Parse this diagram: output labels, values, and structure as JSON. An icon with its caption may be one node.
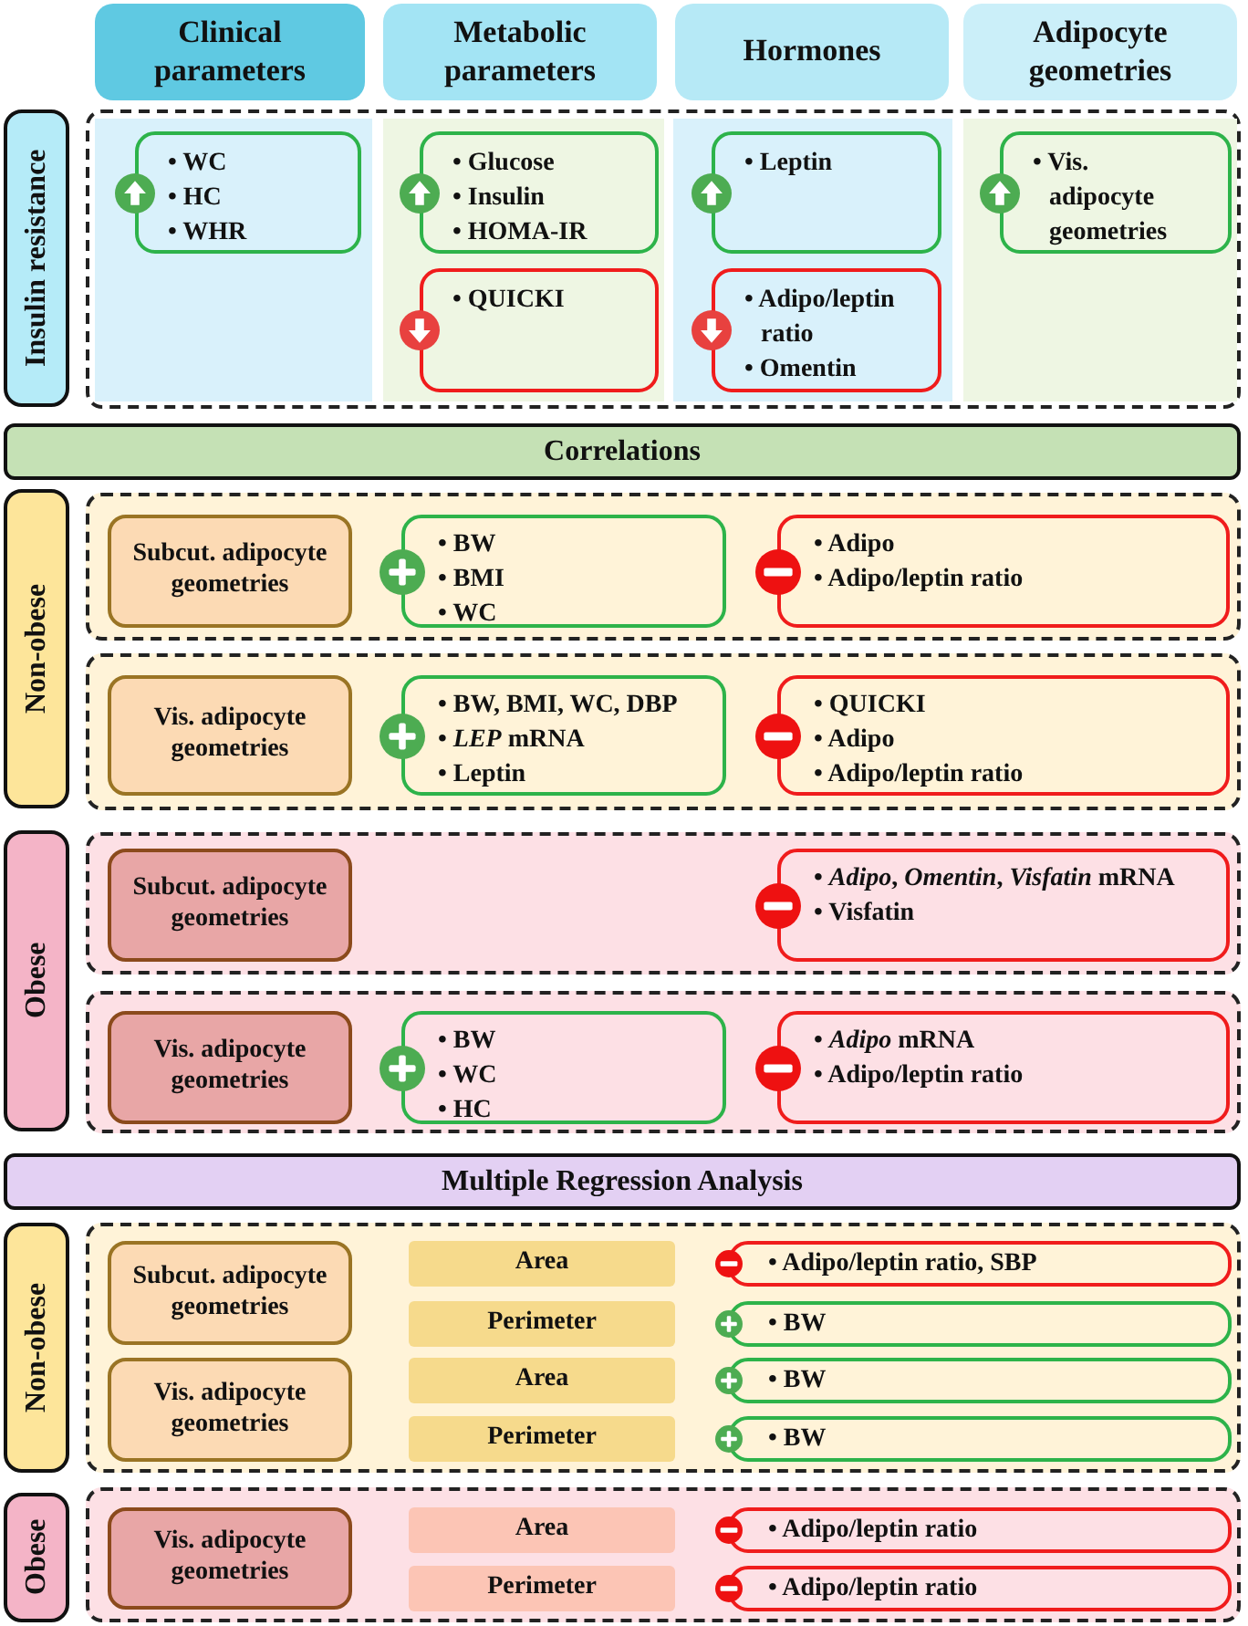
{
  "diagram": {
    "nodes": [
      {
        "text": [
          "Clinical parameters"
        ]
      },
      {
        "text": [
          "Metabolic parameters"
        ]
      },
      {
        "text": [
          "Hormones"
        ]
      },
      {
        "text": [
          "Adipocyte geometries"
        ]
      },
      {
        "text": [
          "Insulin resistance"
        ]
      },
      {
        "text": [],
        "shape": "box"
      },
      {
        "text": [
          "• WC",
          "• HC",
          "• WHR"
        ],
        "in": 5
      },
      {
        "text": [
          "• Glucose",
          "• Insulin",
          "• HOMA-IR"
        ],
        "in": 5
      },
      {
        "text": [
          "• Leptin"
        ],
        "in": 5
      },
      {
        "text": [
          "• Vis. adipocyte geometries"
        ],
        "in": 5
      },
      {
        "text": [
          "• QUICKI"
        ],
        "in": 5
      },
      {
        "text": [
          "• Adipo/leptin ratio",
          "• Omentin"
        ],
        "in": 5
      },
      {
        "text": [
          "Correlations"
        ]
      },
      {
        "text": [
          "Non-obese"
        ]
      },
      {
        "text": [],
        "shape": "box"
      },
      {
        "text": [
          "Subcut. adipocyte geometries"
        ],
        "in": 14
      },
      {
        "text": [
          "• BW",
          "• BMI",
          "• WC"
        ],
        "in": 14
      },
      {
        "text": [
          "• Adipo",
          "• Adipo/leptin ratio"
        ],
        "in": 14
      },
      {
        "text": [],
        "shape": "box"
      },
      {
        "text": [
          "Vis. adipocyte geometries"
        ],
        "in": 18
      },
      {
        "text": [
          "• BW, BMI, WC, DBP",
          "• *LEP* mRNA",
          "• Leptin"
        ],
        "in": 18
      },
      {
        "text": [
          "• QUICKI",
          "• Adipo",
          "• Adipo/leptin ratio"
        ],
        "in": 18
      },
      {
        "text": [
          "Obese"
        ]
      },
      {
        "text": [],
        "shape": "box"
      },
      {
        "text": [
          "Subcut. adipocyte geometries"
        ],
        "in": 23
      },
      {
        "text": [
          "• *Adipo*, *Omentin*, *Visfatin* mRNA",
          "• Visfatin"
        ],
        "in": 23
      },
      {
        "text": [],
        "shape": "box"
      },
      {
        "text": [
          "Vis. adipocyte geometries"
        ],
        "in": 26
      },
      {
        "text": [
          "• BW",
          "• WC",
          "• HC"
        ],
        "in": 26
      },
      {
        "text": [
          "• *Adipo* mRNA",
          "• Adipo/leptin ratio"
        ],
        "in": 26
      },
      {
        "text": [
          "Multiple Regression Analysis"
        ]
      },
      {
        "text": [
          "Non-obese"
        ]
      },
      {
        "text": [],
        "shape": "box"
      },
      {
        "text": [
          "Subcut. adipocyte geometries"
        ],
        "in": 32
      },
      {
        "text": [
          "Area"
        ],
        "in": 32
      },
      {
        "text": [
          "• Adipo/leptin ratio, SBP"
        ],
        "in": 32
      },
      {
        "text": [
          "Perimeter"
        ],
        "in": 32
      },
      {
        "text": [
          "• BW"
        ],
        "in": 32
      },
      {
        "text": [
          "Vis. adipocyte geometries"
        ],
        "in": 32
      },
      {
        "text": [
          "Area"
        ],
        "in": 32
      },
      {
        "text": [
          "• BW"
        ],
        "in": 32
      },
      {
        "text": [
          "Perimeter"
        ],
        "in": 32
      },
      {
        "text": [
          "• BW"
        ],
        "in": 32
      },
      {
        "text": [
          "Obese"
        ]
      },
      {
        "text": [],
        "shape": "box"
      },
      {
        "text": [
          "Vis. adipocyte geometries"
        ],
        "in": 44
      },
      {
        "text": [
          "Area"
        ],
        "in": 44
      },
      {
        "text": [
          "• Adipo/leptin ratio"
        ],
        "in": 44
      },
      {
        "text": [
          "Perimeter"
        ],
        "in": 44
      },
      {
        "text": [
          "• Adipo/leptin ratio"
        ],
        "in": 44
      }
    ]
  }
}
